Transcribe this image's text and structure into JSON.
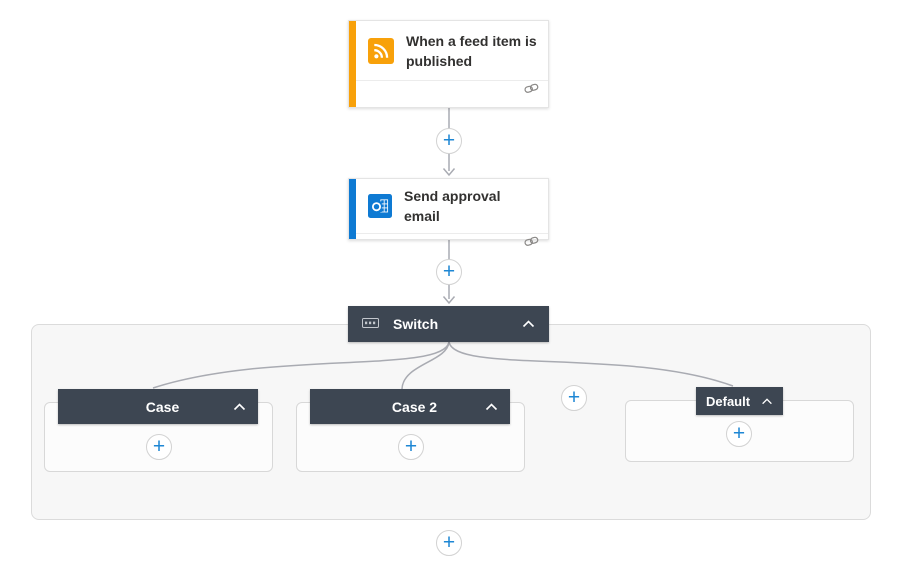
{
  "ui": {
    "add_symbol": "+"
  },
  "colors": {
    "trigger_accent": "#F8A10A",
    "action_accent": "#0E7AD3",
    "dark_header": "#3D4652",
    "plus_blue": "#1E87D4",
    "connector_gray": "#A9ABB2",
    "scope_background": "#F7F7F7",
    "scope_border": "#DBDBDB"
  },
  "trigger_card": {
    "title": "When a feed item is published",
    "icon": "rss-icon"
  },
  "action_card": {
    "title": "Send approval email",
    "icon": "outlook-icon"
  },
  "switch_block": {
    "label": "Switch",
    "icon": "switch-icon"
  },
  "branches": [
    {
      "label": "Case"
    },
    {
      "label": "Case 2"
    },
    {
      "label": "Default"
    }
  ]
}
